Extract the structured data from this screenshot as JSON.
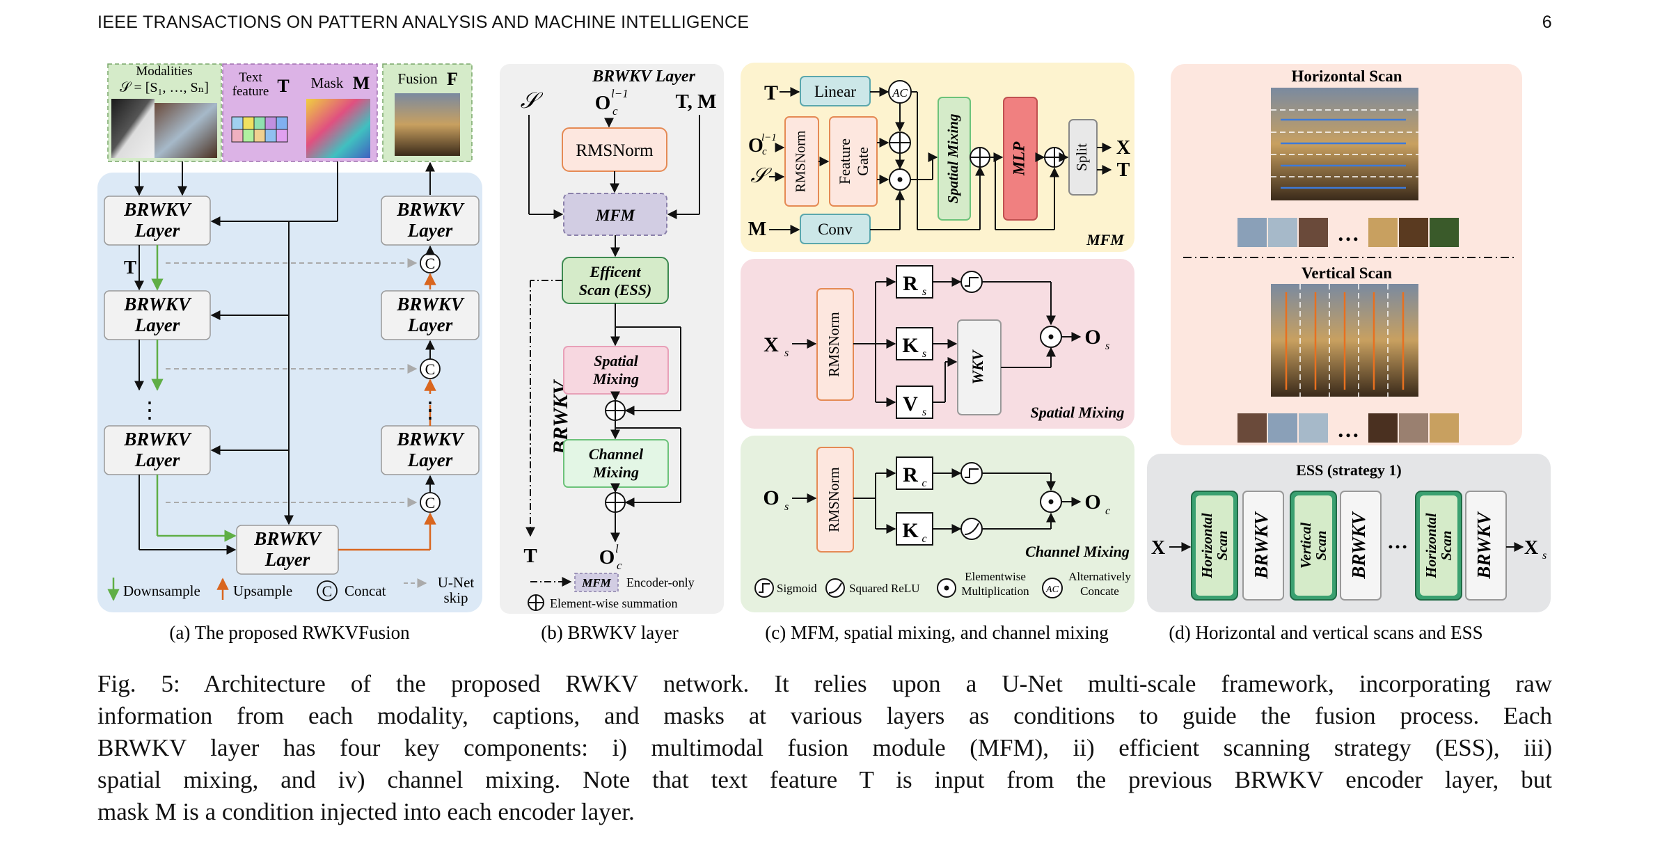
{
  "header": {
    "journal": "IEEE TRANSACTIONS ON PATTERN ANALYSIS AND MACHINE INTELLIGENCE",
    "page": "6"
  },
  "panel_a": {
    "inputs": {
      "modalities_title": "Modalities",
      "modalities_set": "𝒮 = [S₁, …, Sₙ]",
      "text_feature": "Text feature",
      "text_symbol": "T",
      "mask": "Mask",
      "mask_symbol": "M",
      "fusion": "Fusion",
      "fusion_symbol": "F"
    },
    "layer_line1": "BRWKV",
    "layer_line2": "Layer",
    "t_label": "T",
    "dots": "⋮",
    "concat_symbol": "C",
    "legend": {
      "downsample": "Downsample",
      "upsample": "Upsample",
      "concat": "Concat",
      "unet": "U-Net",
      "skip": "skip"
    },
    "subcaption": "(a)  The proposed RWKVFusion"
  },
  "panel_b": {
    "title": "BRWKV Layer",
    "in_s": "𝒮",
    "in_o": "O",
    "in_o_sup": "l−1",
    "in_o_sub": "c",
    "in_tm": "T, M",
    "rmsnorm": "RMSNorm",
    "mfm": "MFM",
    "ess_line1": "Efficent",
    "ess_line2": "Scan (ESS)",
    "spatial_line1": "Spatial",
    "spatial_line2": "Mixing",
    "channel_line1": "Channel",
    "channel_line2": "Mixing",
    "side_label": "BRWKV",
    "out_t": "T",
    "out_o": "O",
    "out_o_sup": "l",
    "out_o_sub": "c",
    "legend_mfm": "MFM",
    "legend_encoder": "Encoder-only",
    "legend_sum": "Element-wise summation",
    "subcaption": "(b) BRWKV layer"
  },
  "panel_c": {
    "mfm": {
      "t": "T",
      "o": "O",
      "o_sup": "l−1",
      "o_sub": "c",
      "s": "𝒮",
      "m": "M",
      "linear": "Linear",
      "ac": "AC",
      "rmsnorm": "RMSNorm",
      "feature_gate_1": "Feature",
      "feature_gate_2": "Gate",
      "spatial_mixing": "Spatial Mixing",
      "mlp": "MLP",
      "split": "Split",
      "out_x": "X",
      "out_t": "T",
      "conv": "Conv",
      "label": "MFM"
    },
    "spatial": {
      "in": "X",
      "in_sub": "s",
      "rmsnorm": "RMSNorm",
      "r": "R",
      "k": "K",
      "v": "V",
      "sub": "s",
      "wkv": "WKV",
      "out": "O",
      "out_sub": "s",
      "label": "Spatial Mixing"
    },
    "channel": {
      "in": "O",
      "in_sub": "s",
      "rmsnorm": "RMSNorm",
      "r": "R",
      "k": "K",
      "sub": "c",
      "out": "O",
      "out_sub": "c",
      "label": "Channel Mixing"
    },
    "legend": {
      "sigmoid": "Sigmoid",
      "relu": "Squared ReLU",
      "elem1": "Elementwise",
      "elem2": "Multiplication",
      "ac": "AC",
      "alt1": "Alternatively",
      "alt2": "Concate"
    },
    "subcaption": "(c) MFM, spatial mixing, and channel mixing"
  },
  "panel_d": {
    "horizontal": "Horizontal Scan",
    "vertical": "Vertical Scan",
    "dots": "…",
    "ess_title": "ESS (strategy 1)",
    "in": "X",
    "out": "X",
    "out_sub": "s",
    "hscan1": "Horizontal",
    "hscan2": "Scan",
    "vscan1": "Vertical",
    "vscan2": "Scan",
    "brwkv": "BRWKV",
    "subcaption": "(d) Horizontal and vertical scans and ESS"
  },
  "caption": {
    "line1": "Fig. 5: Architecture of the proposed RWKV network. It relies upon a U-Net multi-scale framework, incorporating raw",
    "line2": "information from each modality, captions, and masks at various layers as conditions to guide the fusion process. Each",
    "line3": "BRWKV layer has four key components: i) multimodal fusion module (MFM), ii) efficient scanning strategy (ESS), iii)",
    "line4": "spatial mixing, and iv) channel mixing. Note that text feature T is input from the previous BRWKV encoder layer, but",
    "line5": "mask M is a condition injected into each encoder layer."
  },
  "colors": {
    "panel_a_bg": "#dce9f6",
    "green_box": "#d5ebc9",
    "purple_box": "#dcb3e6",
    "mfm_bg": "#fdf3cf",
    "spatial_bg": "#f7dde2",
    "channel_bg": "#e6f1df",
    "scan_bg": "#fde7df",
    "ess_bg": "#e4e5e7",
    "orange_arrow": "#d9661f",
    "green_arrow": "#5fae45"
  }
}
